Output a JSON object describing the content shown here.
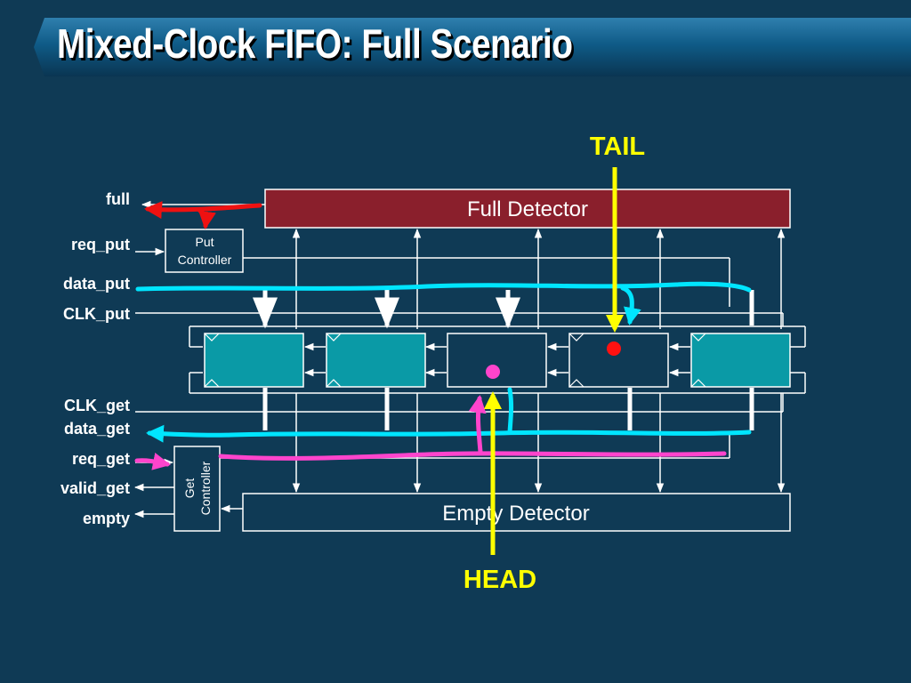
{
  "title": "Mixed-Clock FIFO: Full Scenario",
  "signals": {
    "left_top": [
      "full",
      "req_put",
      "data_put",
      "CLK_put"
    ],
    "left_bottom": [
      "CLK_get",
      "data_get",
      "req_get",
      "valid_get",
      "empty"
    ]
  },
  "blocks": {
    "full_detector": "Full Detector",
    "empty_detector": "Empty Detector",
    "put_controller": [
      "Put",
      "Controller"
    ],
    "get_controller": [
      "Get",
      "Controller"
    ]
  },
  "pointers": {
    "tail": "TAIL",
    "head": "HEAD"
  },
  "cells": {
    "count": 5,
    "states": [
      "full",
      "full",
      "empty",
      "empty",
      "full"
    ],
    "head_cell": 3,
    "tail_cell": 4
  },
  "colors": {
    "background": "#0f3a55",
    "full_detector": "#8a1f2c",
    "cell_filled": "#0a9aa6",
    "tail_pointer": "#ffff00",
    "head_pointer": "#ffff00",
    "full_signal": "#ee1111",
    "data_path": "#00e5ff",
    "req_get_path": "#ff44cc"
  }
}
